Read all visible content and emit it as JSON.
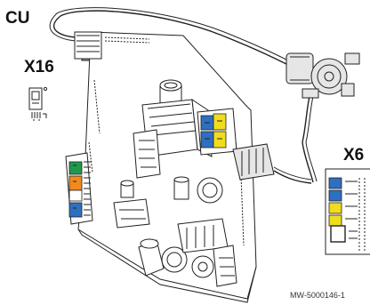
{
  "labels": {
    "control_unit": "CU",
    "connector_x16": "X16",
    "connector_x6": "X6",
    "figure_reference": "MW-5000146-1"
  },
  "colors": {
    "terminal_green": "#1f9a4a",
    "terminal_orange": "#f28a1e",
    "terminal_blue": "#2f6fc0",
    "terminal_yellow": "#f2dc1e",
    "terminal_white": "#ffffff",
    "line_art": "#222222",
    "board_fill": "#ffffff"
  },
  "icons": {
    "pump": "circulation-pump-icon",
    "cable": "cable-harness",
    "board": "pcb-board"
  }
}
